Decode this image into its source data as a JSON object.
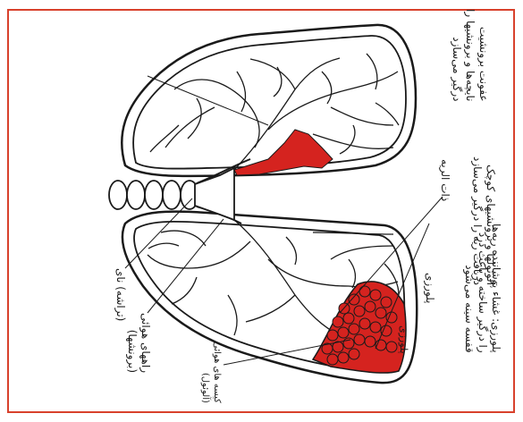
{
  "labels": {
    "bronchiole_infection": [
      "عفونت برونشیت",
      "نایچه‌ها و برونشیها را",
      "درگیر می‌سازد"
    ],
    "alveoli_infection": [
      "آلوئولها و برونشیهای کوچک",
      "دربافت ریه را درگیر می‌سازد"
    ],
    "pneumonia": "ذات الریه",
    "pleurisy_pneumonia": [
      "پلورزی: غشاء پوشاننده ریه‌ها",
      "را درگیر ساخته و باعث درد",
      "قفسه سینه می‌شود"
    ],
    "pleura": "پلورزی",
    "pleurisy_short": "پلورزی",
    "trachea": "(تراشه) نای",
    "airways": [
      "راههای هوائی",
      "(برونشها)"
    ],
    "air_sacs": [
      "کیسه های هوائی",
      "(آلوئول)"
    ]
  },
  "colors": {
    "infection": "#d5231f",
    "outline": "#1a1a1a",
    "frame": "#d8412c"
  }
}
